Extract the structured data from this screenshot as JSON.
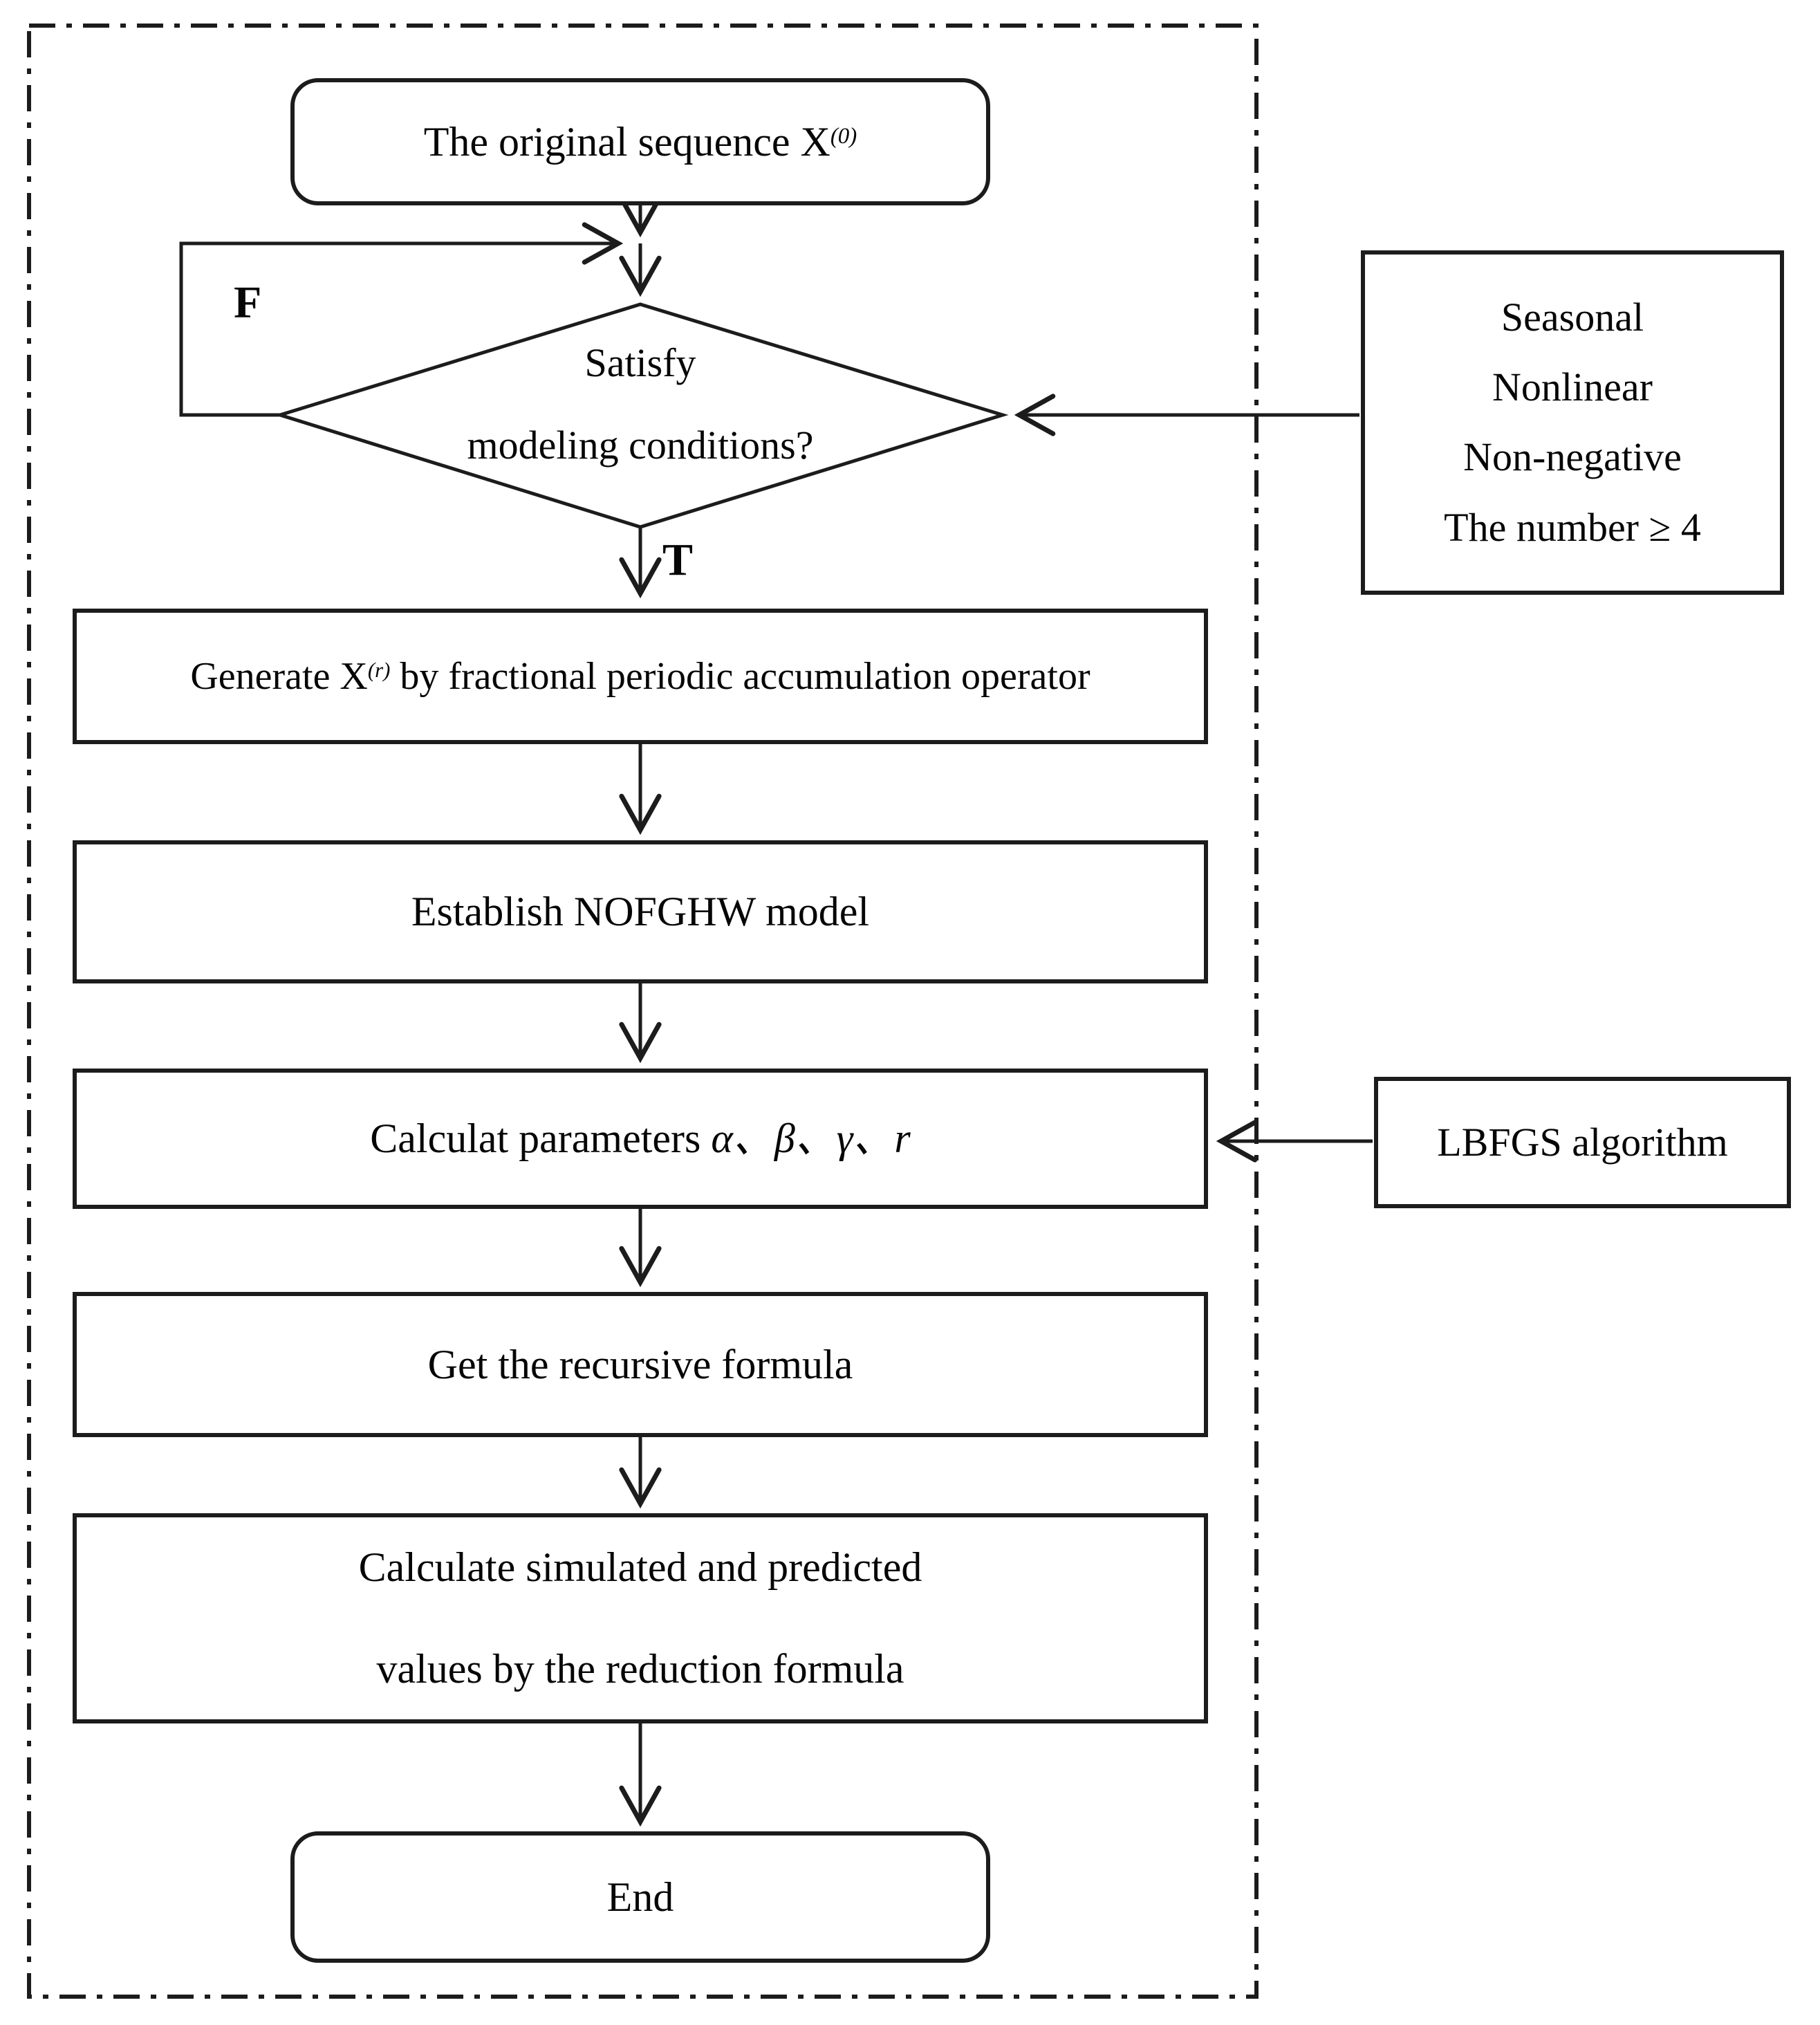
{
  "nodes": {
    "start": {
      "text": "The original sequence X",
      "superscript": "(0)"
    },
    "decision": {
      "line1": "Satisfy",
      "line2": "modeling conditions?"
    },
    "conditions": {
      "lines": [
        "Seasonal",
        "Nonlinear",
        "Non-negative",
        "The number ≥ 4"
      ]
    },
    "generate": {
      "text_before": "Generate X",
      "superscript": "(r)",
      "text_after": " by fractional periodic accumulation operator"
    },
    "establish": {
      "text": "Establish NOFGHW model"
    },
    "calc_params": {
      "text_before": "Calculat parameters ",
      "params": "α、β、γ、r"
    },
    "lbfgs": {
      "text": "LBFGS algorithm"
    },
    "recursive": {
      "text": "Get the recursive formula"
    },
    "calc_values": {
      "line1": "Calculate simulated and predicted",
      "line2": "values by the reduction formula"
    },
    "end": {
      "text": "End"
    }
  },
  "branch_labels": {
    "false_label": "F",
    "true_label": "T"
  },
  "colors": {
    "line": "#1c1c1c",
    "text": "#060606",
    "background": "#ffffff"
  }
}
